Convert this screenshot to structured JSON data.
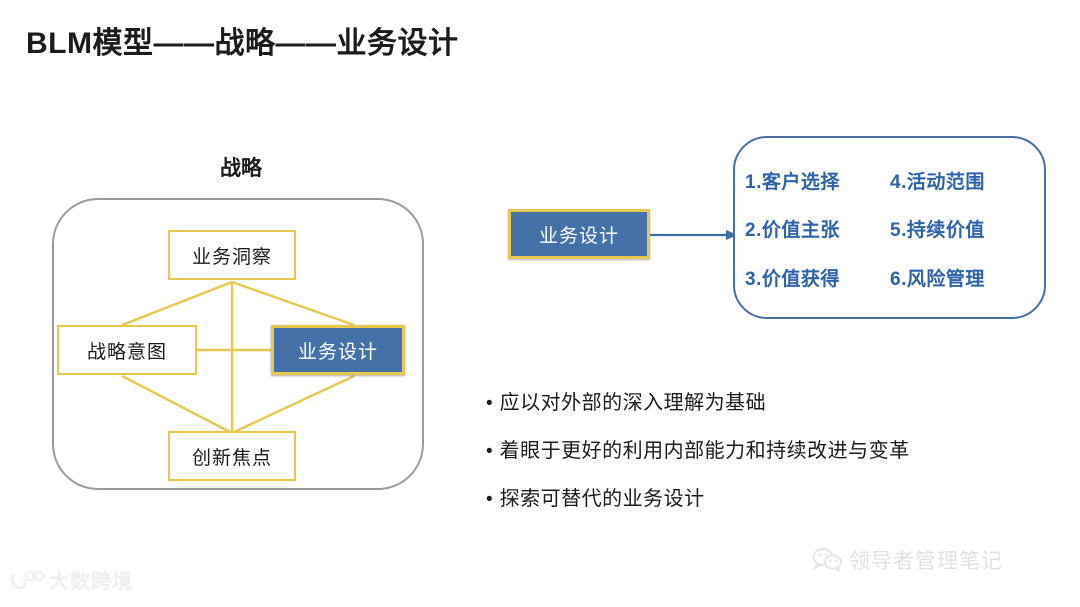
{
  "slide": {
    "title": "BLM模型——战略——业务设计"
  },
  "strategy": {
    "heading": "战略",
    "nodes": {
      "insight": "业务洞察",
      "intent": "战略意图",
      "design": "业务设计",
      "focus": "创新焦点"
    }
  },
  "flow": {
    "source_label": "业务设计",
    "arrow_icon": "arrow-right-icon",
    "elements": [
      "1.客户选择",
      "4.活动范围",
      "2.价值主张",
      "5.持续价值",
      "3.价值获得",
      "6.风险管理"
    ]
  },
  "bullets": {
    "marker": "•",
    "items": [
      "应以对外部的深入理解为基础",
      "着眼于更好的利用内部能力和持续改进与变革",
      "探索可替代的业务设计"
    ]
  },
  "watermarks": {
    "left": {
      "icon": "dashuakuajing-logo-icon",
      "text": "大数跨境"
    },
    "right": {
      "icon": "wechat-logo-icon",
      "text": "领导者管理笔记"
    }
  },
  "colors": {
    "node_border": "#e6c84f",
    "highlight_fill": "#4472a8",
    "panel_border": "#4a6fa5",
    "element_text": "#2f63a8",
    "container_border": "#9b9b9b",
    "arrow": "#3f6ea8"
  }
}
